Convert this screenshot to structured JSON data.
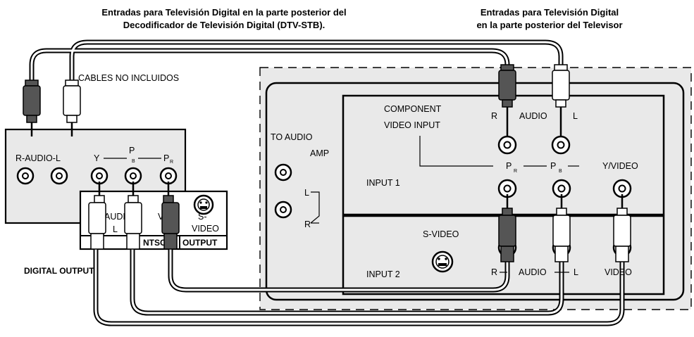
{
  "titles": {
    "stb_line1": "Entradas para Televisión Digital en la parte posterior del",
    "stb_line2": "Decodificador de Televisión Digital (DTV-STB).",
    "tv_line1": "Entradas para Televisión Digital",
    "tv_line2": "en la parte posterior del Televisor"
  },
  "cables_note": "CABLES NO INCLUIDOS",
  "stb": {
    "audio_label": "R-AUDIO-L",
    "y_label": "Y",
    "pb_label": "P",
    "pb_sub": "B",
    "pr_label": "P",
    "pr_sub": "R",
    "digital_output": "DIGITAL OUTPUT",
    "ntsc_audio_partial": "AUDI",
    "ntsc_l": "L",
    "ntsc_video_partial": "V    E",
    "svideo_partial": "S-",
    "svideo_video": "VIDEO",
    "ntsc_partial": "NTSC",
    "output": "OUTPUT"
  },
  "tv": {
    "to_audio": "TO AUDIO",
    "amp": "AMP",
    "amp_l": "L",
    "amp_r": "R",
    "component_1": "COMPONENT",
    "component_2": "VIDEO INPUT",
    "r": "R",
    "audio": "AUDIO",
    "l": "L",
    "pr": "P",
    "pr_sub": "R",
    "pb": "P",
    "pb_sub": "B",
    "yvideo": "Y/VIDEO",
    "input1": "INPUT 1",
    "svideo": "S-VIDEO",
    "input2": "INPUT 2",
    "r2": "R",
    "audio2": "AUDIO",
    "l2": "L",
    "video": "VIDEO"
  }
}
